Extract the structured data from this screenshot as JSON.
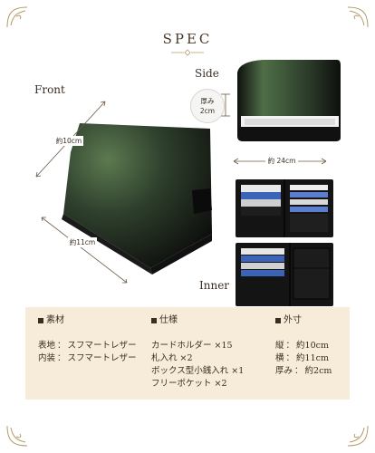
{
  "header": {
    "title": "SPEC"
  },
  "views": {
    "front_label": "Front",
    "side_label": "Side",
    "inner_label": "Inner"
  },
  "dimensions": {
    "front_height": "約10cm",
    "front_width": "約11cm",
    "side_depth_line1": "厚み",
    "side_depth_line2": "2cm",
    "open_width": "約 24cm"
  },
  "spec": {
    "material": {
      "heading": "素材",
      "rows": [
        {
          "key": "表地",
          "sep": "：",
          "value": "スフマートレザー"
        },
        {
          "key": "内装",
          "sep": "：",
          "value": "スフマートレザー"
        }
      ]
    },
    "features": {
      "heading": "仕様",
      "items": [
        "カードホルダー ×15",
        "札入れ ×2",
        "ボックス型小銭入れ ×1",
        "フリーポケット ×2"
      ]
    },
    "size": {
      "heading": "外寸",
      "rows": [
        {
          "key": "縦",
          "sep": "：",
          "value": "約10cm"
        },
        {
          "key": "横",
          "sep": "：",
          "value": "約11cm"
        },
        {
          "key": "厚み",
          "sep": "：",
          "value": "約2cm"
        }
      ]
    }
  },
  "colors": {
    "panel_bg": "#f6ecd9",
    "wallet_green": "#3f5a3c",
    "wallet_black": "#141414",
    "gold": "#b49a6a"
  }
}
